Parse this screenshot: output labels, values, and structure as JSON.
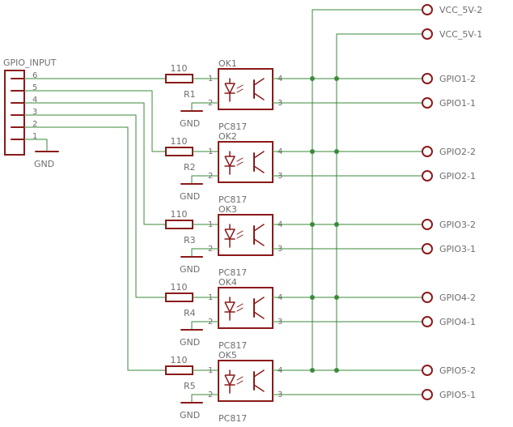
{
  "colors": {
    "wire": "#3a8a3a",
    "part": "#8b1a1a",
    "text": "#6e6e6e",
    "terminal": "#8b1a1a",
    "junction": "#3a8a3a",
    "background": "#ffffff"
  },
  "header": {
    "label": "GPIO_INPUT",
    "pins": [
      "6",
      "5",
      "4",
      "3",
      "2",
      "1"
    ],
    "gnd": "GND"
  },
  "rails": [
    {
      "label": "VCC_5V-2"
    },
    {
      "label": "VCC_5V-1"
    }
  ],
  "channels": [
    {
      "resistor_value": "110",
      "resistor_name": "R1",
      "opto_name": "OK1",
      "opto_part": "PC817",
      "pin_led_anode": "1",
      "pin_led_cathode": "2",
      "pin_collector": "4",
      "pin_emitter": "3",
      "gnd": "GND",
      "out_a": "GPIO1-2",
      "out_b": "GPIO1-1"
    },
    {
      "resistor_value": "110",
      "resistor_name": "R2",
      "opto_name": "OK2",
      "opto_part": "PC817",
      "pin_led_anode": "1",
      "pin_led_cathode": "2",
      "pin_collector": "4",
      "pin_emitter": "3",
      "gnd": "GND",
      "out_a": "GPIO2-2",
      "out_b": "GPIO2-1"
    },
    {
      "resistor_value": "110",
      "resistor_name": "R3",
      "opto_name": "OK3",
      "opto_part": "PC817",
      "pin_led_anode": "1",
      "pin_led_cathode": "2",
      "pin_collector": "4",
      "pin_emitter": "3",
      "gnd": "GND",
      "out_a": "GPIO3-2",
      "out_b": "GPIO3-1"
    },
    {
      "resistor_value": "110",
      "resistor_name": "R4",
      "opto_name": "OK4",
      "opto_part": "PC817",
      "pin_led_anode": "1",
      "pin_led_cathode": "2",
      "pin_collector": "4",
      "pin_emitter": "3",
      "gnd": "GND",
      "out_a": "GPIO4-2",
      "out_b": "GPIO4-1"
    },
    {
      "resistor_value": "110",
      "resistor_name": "R5",
      "opto_name": "OK5",
      "opto_part": "PC817",
      "pin_led_anode": "1",
      "pin_led_cathode": "2",
      "pin_collector": "4",
      "pin_emitter": "3",
      "gnd": "GND",
      "out_a": "GPIO5-2",
      "out_b": "GPIO5-1"
    }
  ]
}
